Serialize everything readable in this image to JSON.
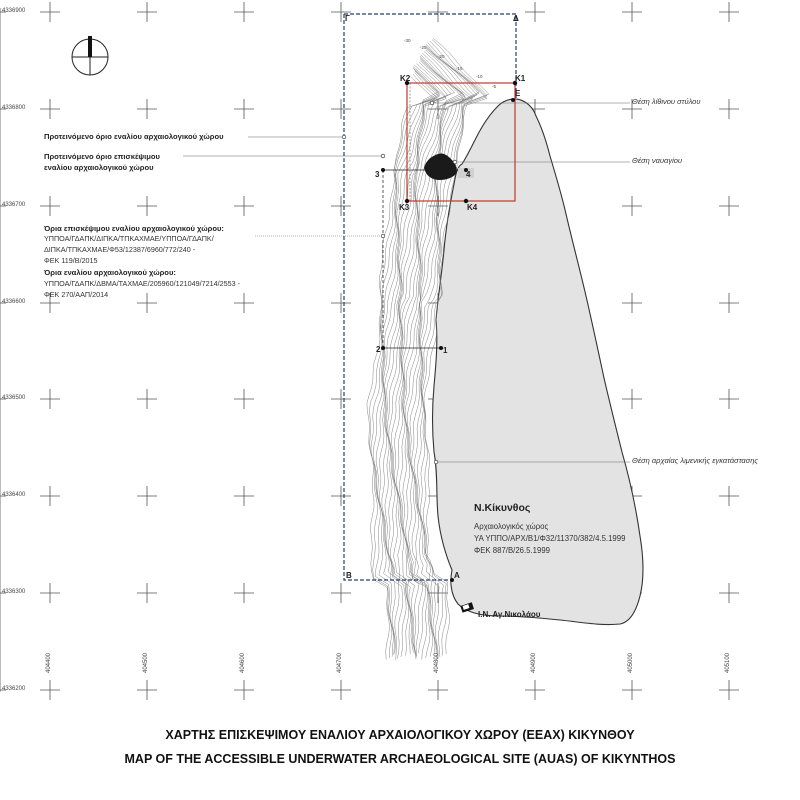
{
  "grid": {
    "northing_labels": [
      "4336900",
      "4336800",
      "4336700",
      "4336600",
      "4336500",
      "4336400",
      "4336300",
      "4336200"
    ],
    "easting_labels": [
      "404400",
      "404500",
      "404600",
      "404700",
      "404800",
      "404900",
      "405000",
      "405100"
    ]
  },
  "corner_points": {
    "gamma": "Γ",
    "delta": "Δ",
    "beta": "Β",
    "alpha": "Α",
    "epsilon": "Ε",
    "k1": "Κ1",
    "k2": "Κ2",
    "k3": "Κ3",
    "k4": "Κ4",
    "p1": "1",
    "p2": "2",
    "p3": "3",
    "p4": "4"
  },
  "depth_labels": [
    "-30",
    "-25",
    "-20",
    "-15",
    "-10",
    "-5"
  ],
  "legend": {
    "proposed_site_limit": "Προτεινόμενο όριο εναλίου αρχαιολογικού χώρου",
    "proposed_accessible_limit_line1": "Προτεινόμενο όριο επισκέψιμου",
    "proposed_accessible_limit_line2": "εναλίου αρχαιολογικού χώρου",
    "accessible_limits_title": "Όρια επισκέψιμου εναλίου αρχαιολογικού χώρου:",
    "accessible_limits_ref1": "ΥΠΠΟΑ/ΓΔΑΠΚ/ΔΙΠΚΑ/ΤΠΚΑΧΜΑΕ/ΥΠΠΟΑ/ΓΔΑΠΚ/",
    "accessible_limits_ref2": "ΔΙΠΚΑ/ΤΠΚΑΧΜΑΕ/Φ53/12387/6960/772/240 -",
    "accessible_limits_ref3": "ΦΕΚ 119/Β/2015",
    "site_limits_title": "Όρια εναλίου αρχαιολογικού χώρου:",
    "site_limits_ref1": "ΥΠΠΟΑ/ΓΔΑΠΚ/ΔΒΜΑ/ΤΑΧΜΑΕ/205960/121049/7214/2553 -",
    "site_limits_ref2": "ΦΕΚ 270/ΑΑΠ/2014"
  },
  "annotations": {
    "stone_column": "Θέση λίθινου στύλου",
    "shipwreck": "Θέση ναυαγίου",
    "harbour": "Θέση αρχαίας λιμενικής εγκατάστασης"
  },
  "island": {
    "name": "Ν.Κίκυνθος",
    "info1": "Αρχαιολογικός χώρος",
    "info2": "ΥΑ ΥΠΠΟ/ΑΡΧ/Β1/Φ32/11370/382/4.5.1999",
    "info3": "ΦΕΚ 887/Β/26.5.1999",
    "church": "Ι.Ν. Αγ.Νικολάου"
  },
  "colors": {
    "island_fill": "#e3e3e3",
    "red_boundary": "#c0392b",
    "blue_boundary": "#2c3e6b",
    "wreck": "#1a1a1a"
  },
  "titles": {
    "greek": "ΧΑΡΤΗΣ ΕΠΙΣΚΕΨΙΜΟΥ ΕΝΑΛΙΟΥ ΑΡΧΑΙΟΛΟΓΙΚΟΥ ΧΩΡΟΥ (ΕΕΑΧ) ΚΙΚΥΝΘΟΥ",
    "english": "MAP OF THE ACCESSIBLE UNDERWATER ARCHAEOLOGICAL SITE  (AUAS) OF KIKYNTHOS"
  }
}
